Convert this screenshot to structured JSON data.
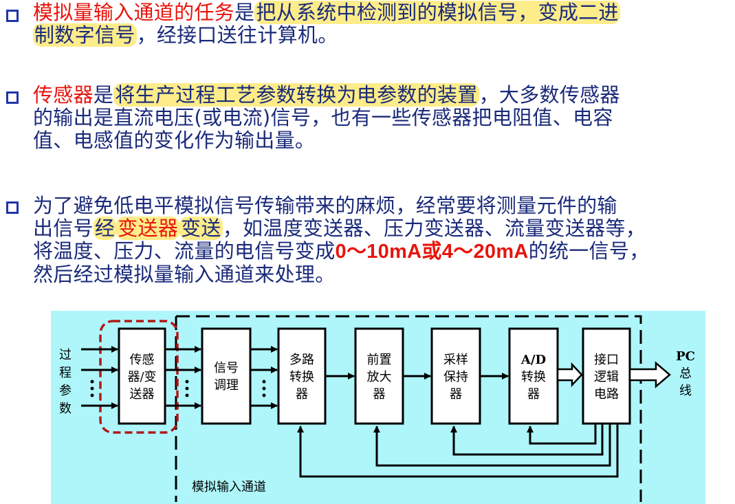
{
  "bullets": [
    {
      "parts": [
        {
          "text": "模拟量输入通道的任务",
          "style": "red"
        },
        {
          "text": "是",
          "style": "plain"
        },
        {
          "text": "把从系统中检测到的模拟信号，变成二进",
          "style": "hl"
        },
        {
          "text": "\n",
          "style": "br"
        },
        {
          "text": "制数字信号",
          "style": "hl"
        },
        {
          "text": "，经接口送往计算机。",
          "style": "plain"
        }
      ]
    },
    {
      "parts": [
        {
          "text": "传感器",
          "style": "red"
        },
        {
          "text": "是",
          "style": "plain"
        },
        {
          "text": "将生产过程工艺参数转换为电参数的装置",
          "style": "hl"
        },
        {
          "text": "，大多数传感器",
          "style": "plain"
        },
        {
          "text": "\n",
          "style": "br"
        },
        {
          "text": "的输出是直流电压(或电流)信号，也有一些传感器把电阻值、电容",
          "style": "plain"
        },
        {
          "text": "\n",
          "style": "br"
        },
        {
          "text": "值、电感值的变化作为输出量。",
          "style": "plain"
        }
      ]
    },
    {
      "parts": [
        {
          "text": "为了避免低电平模拟信号传输带来的麻烦，经常要将测量元件的输",
          "style": "plain"
        },
        {
          "text": "\n",
          "style": "br"
        },
        {
          "text": "出信号",
          "style": "plain"
        },
        {
          "text": "经",
          "style": "hl"
        },
        {
          "text": "变送器",
          "style": "hlred"
        },
        {
          "text": "变送",
          "style": "hl"
        },
        {
          "text": "，如温度变送器、压力变送器、流量变送器等，",
          "style": "plain"
        },
        {
          "text": "\n",
          "style": "br"
        },
        {
          "text": "将温度、压力、流量的电信号变成",
          "style": "plain"
        },
        {
          "text": "0～10mA或4～20mA",
          "style": "redmono"
        },
        {
          "text": "的统一信号，",
          "style": "plain"
        },
        {
          "text": "\n",
          "style": "br"
        },
        {
          "text": "然后经过模拟量输入通道来处理。",
          "style": "plain"
        }
      ]
    }
  ],
  "diagram": {
    "input_label": [
      "过",
      "程",
      "参",
      "数"
    ],
    "blocks": [
      {
        "lines": [
          "传感",
          "器/变",
          "送器"
        ]
      },
      {
        "lines": [
          "信号",
          "调理"
        ]
      },
      {
        "lines": [
          "多路",
          "转换",
          "器"
        ]
      },
      {
        "lines": [
          "前置",
          "放大",
          "器"
        ]
      },
      {
        "lines": [
          "采样",
          "保持",
          "器"
        ]
      },
      {
        "lines": [
          "A/D",
          "转换",
          "器"
        ]
      },
      {
        "lines": [
          "接口",
          "逻辑",
          "电路"
        ]
      }
    ],
    "output_label": [
      "PC",
      "总",
      "线"
    ],
    "channel_label": "模拟输入通道",
    "colors": {
      "background": "#aef6fa",
      "block_fill": "#ffffff",
      "line": "#000000",
      "sensor_border": "#b01818"
    }
  }
}
